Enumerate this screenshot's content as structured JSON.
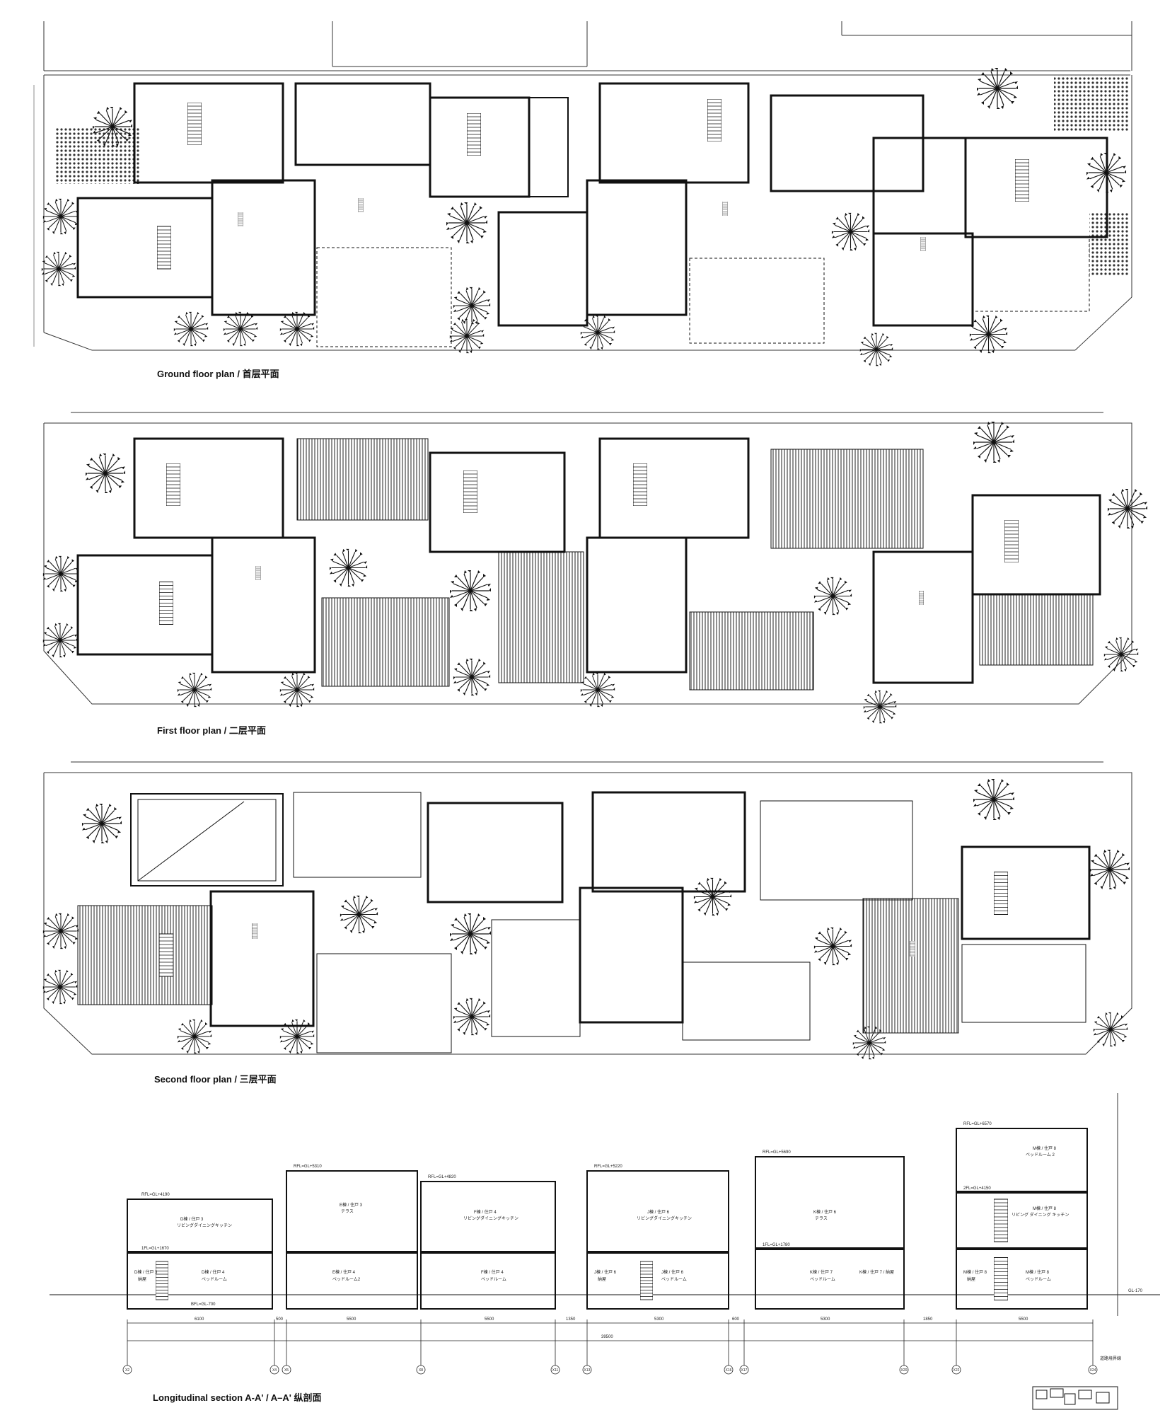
{
  "titles": {
    "ground": "Ground floor plan / 首层平面",
    "first": "First floor plan / 二层平面",
    "second": "Second floor plan / 三层平面",
    "section": "Longitudinal section A-A' / A–A' 纵剖面"
  },
  "section": {
    "room_labels": [
      {
        "unit": "D棟 / 住戸 3",
        "room": "リビングダイニングキッチン"
      },
      {
        "unit": "D棟 / 住戸 3",
        "room": "納屋"
      },
      {
        "unit": "D棟 / 住戸 4",
        "room": "ベッドルーム"
      },
      {
        "unit": "E棟 / 住戸 3",
        "room": "テラス"
      },
      {
        "unit": "E棟 / 住戸 4",
        "room": "ベッドルーム2"
      },
      {
        "unit": "F棟 / 住戸 4",
        "room": "リビングダイニングキッチン"
      },
      {
        "unit": "F棟 / 住戸 4",
        "room": "ベッドルーム"
      },
      {
        "unit": "J棟 / 住戸 6",
        "room": "リビングダイニングキッチン"
      },
      {
        "unit": "J棟 / 住戸 6",
        "room": "納屋"
      },
      {
        "unit": "J棟 / 住戸 6",
        "room": "ベッドルーム"
      },
      {
        "unit": "K棟 / 住戸 6",
        "room": "テラス"
      },
      {
        "unit": "K棟 / 住戸 7",
        "room": "ベッドルーム"
      },
      {
        "unit": "K棟 / 住戸 7 / 納屋",
        "room": ""
      },
      {
        "unit": "M棟 / 住戸 8",
        "room": "ベッドルーム 2"
      },
      {
        "unit": "M棟 / 住戸 8",
        "room": "リビング ダイニング キッチン"
      },
      {
        "unit": "M棟 / 住戸 8",
        "room": "納屋"
      },
      {
        "unit": "M棟 / 住戸 8",
        "room": "ベッドルーム"
      }
    ],
    "levels": [
      "RFL=GL+4190",
      "RFL=GL+5310",
      "RFL=GL+4820",
      "RFL=GL+5220",
      "RFL=GL+5690",
      "RFL=GL+6570",
      "1FL=GL+1670",
      "1FL=GL+1780",
      "2FL=GL+4150",
      "BFL=GL-700",
      "GL-170"
    ],
    "dimensions": [
      "6100",
      "500",
      "5500",
      "5500",
      "1350",
      "5300",
      "600",
      "5300",
      "1850",
      "5500"
    ],
    "overall_dimension": "39500",
    "grid_marks": [
      "X2",
      "X4",
      "X5",
      "X8",
      "X11",
      "X13",
      "X16",
      "X17",
      "X20",
      "X22",
      "X24"
    ],
    "boundary_note": "道路境界線"
  }
}
